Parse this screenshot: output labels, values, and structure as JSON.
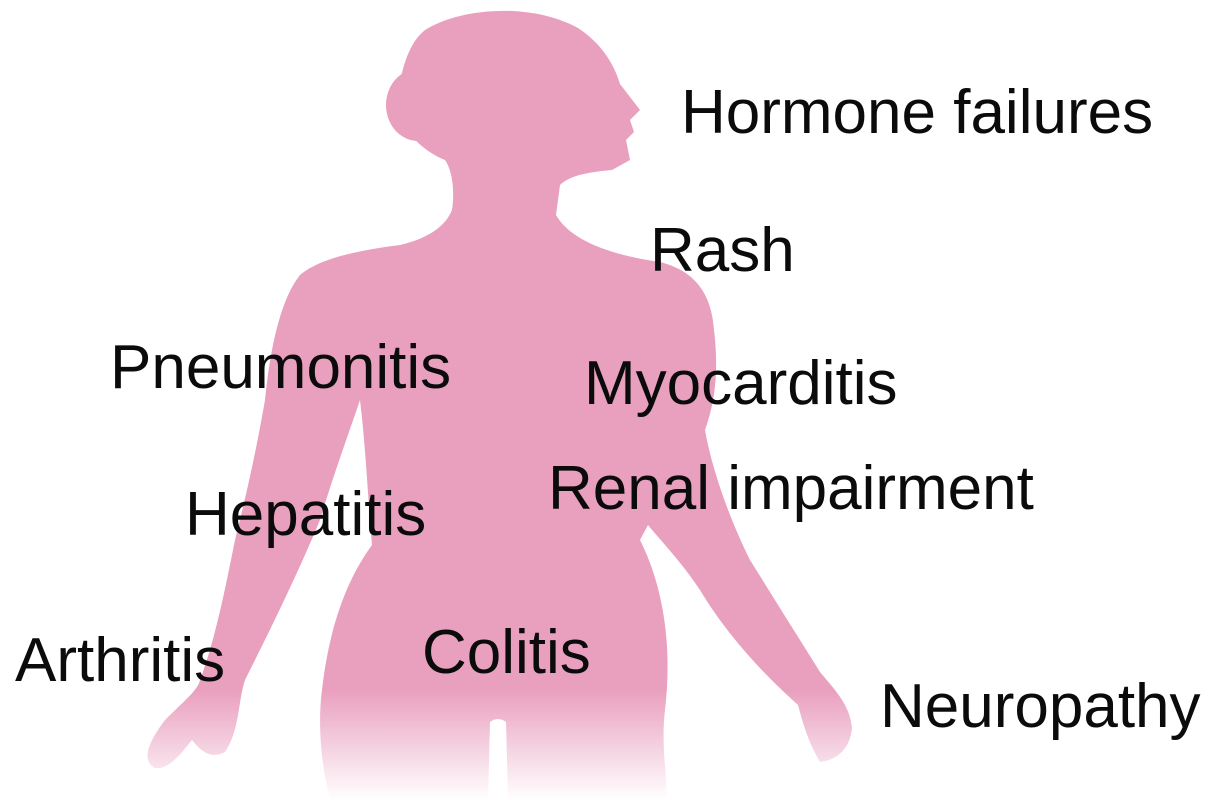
{
  "figure": {
    "silhouette_color": "#E99FBE",
    "text_color": "#0B0B0B",
    "labels": {
      "hormone": "Hormone failures",
      "rash": "Rash",
      "pneumonitis": "Pneumonitis",
      "myocarditis": "Myocarditis",
      "renal": "Renal impairment",
      "hepatitis": "Hepatitis",
      "arthritis": "Arthritis",
      "colitis": "Colitis",
      "neuropathy": "Neuropathy"
    }
  }
}
